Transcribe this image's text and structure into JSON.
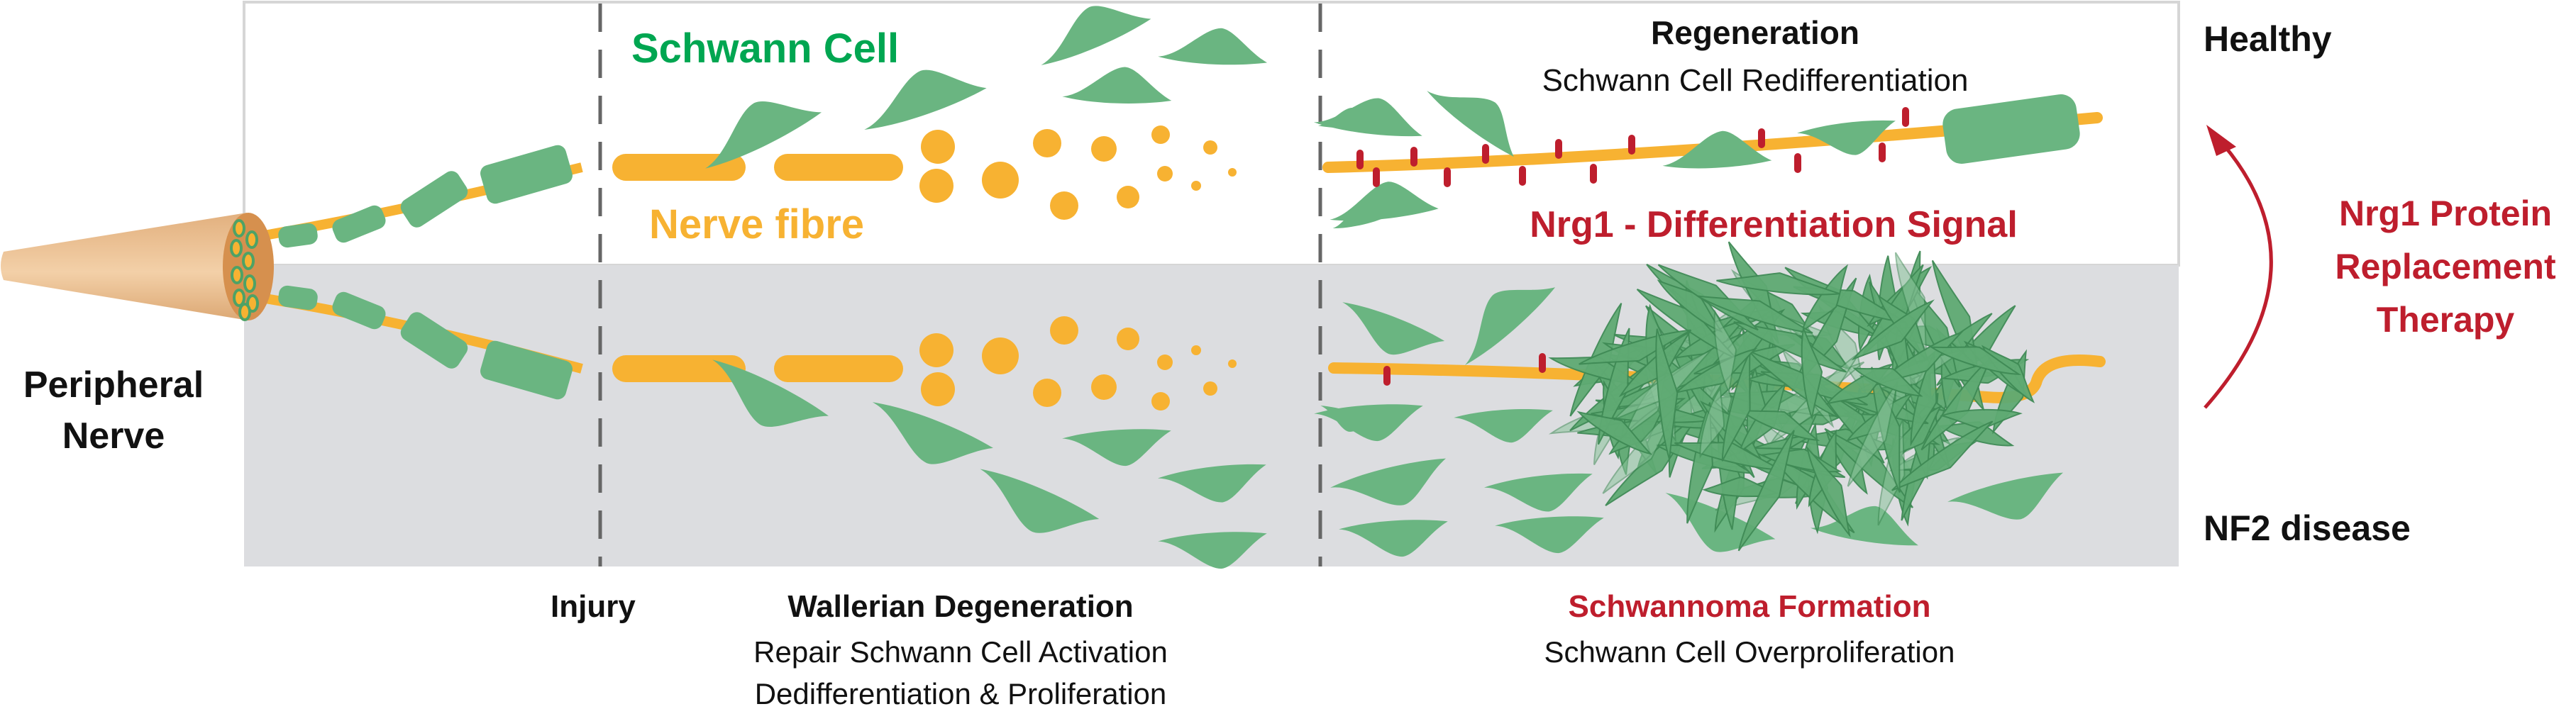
{
  "colors": {
    "schwann_green": "#6ab581",
    "schwann_label": "#00a651",
    "nerve_orange": "#f7b232",
    "signal_red": "#be1e2d",
    "disease_panel": "#dcdde0",
    "text": "#111111"
  },
  "left": {
    "label_line1": "Peripheral",
    "label_line2": "Nerve"
  },
  "legend": {
    "schwann_cell": "Schwann Cell",
    "nerve_fibre": "Nerve fibre"
  },
  "right": {
    "healthy": "Healthy",
    "disease": "NF2 disease",
    "therapy_line1": "Nrg1 Protein",
    "therapy_line2": "Replacement",
    "therapy_line3": "Therapy"
  },
  "regeneration": {
    "title": "Regeneration",
    "subtitle": "Schwann Cell Redifferentiation",
    "signal": "Nrg1 - Differentiation Signal"
  },
  "bottom": {
    "injury": "Injury",
    "wallerian_title": "Wallerian Degeneration",
    "wallerian_line1": "Repair Schwann Cell Activation",
    "wallerian_line2": "Dedifferentiation & Proliferation",
    "schwannoma_title": "Schwannoma Formation",
    "schwannoma_line1": "Schwann Cell Overproliferation"
  }
}
